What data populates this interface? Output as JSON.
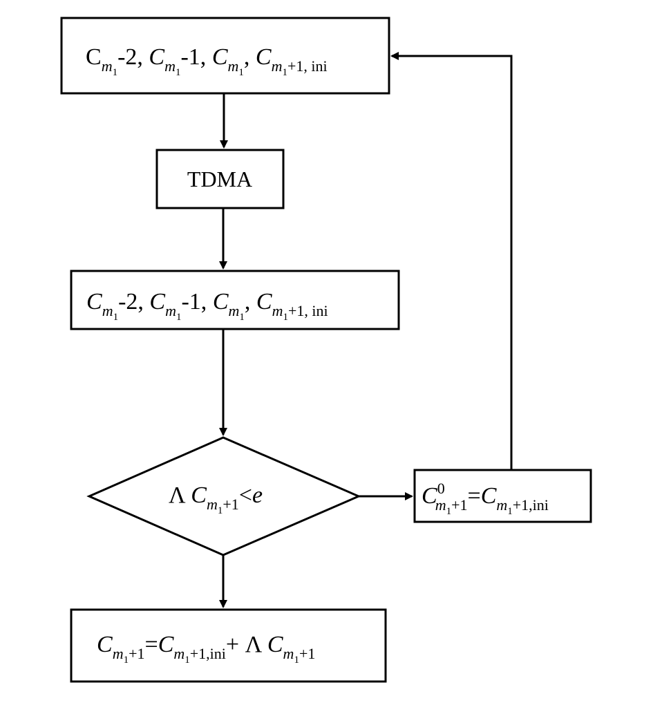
{
  "diagram": {
    "nodes": {
      "init_box": {
        "parts": [
          {
            "t": "C",
            "s": "upright"
          },
          {
            "t": "m",
            "s": "sub-ital"
          },
          {
            "t": "1",
            "s": "subsub"
          },
          {
            "t": "-2, ",
            "s": "upright"
          },
          {
            "t": "C",
            "s": "ital"
          },
          {
            "t": "m",
            "s": "sub-ital"
          },
          {
            "t": "1",
            "s": "subsub"
          },
          {
            "t": "-1, ",
            "s": "upright"
          },
          {
            "t": "C",
            "s": "ital"
          },
          {
            "t": "m",
            "s": "sub-ital"
          },
          {
            "t": "1",
            "s": "subsub"
          },
          {
            "t": ", ",
            "s": "upright"
          },
          {
            "t": "C",
            "s": "ital"
          },
          {
            "t": "m",
            "s": "sub-ital"
          },
          {
            "t": "1",
            "s": "subsub"
          },
          {
            "t": "+1, ini",
            "s": "sub"
          }
        ]
      },
      "tdma_box": {
        "label": "TDMA"
      },
      "result_box": {
        "parts": [
          {
            "t": "C",
            "s": "ital"
          },
          {
            "t": "m",
            "s": "sub-ital"
          },
          {
            "t": "1",
            "s": "subsub"
          },
          {
            "t": "-2,   ",
            "s": "upright"
          },
          {
            "t": "C",
            "s": "ital"
          },
          {
            "t": "m",
            "s": "sub-ital"
          },
          {
            "t": "1",
            "s": "subsub"
          },
          {
            "t": "-1, ",
            "s": "upright"
          },
          {
            "t": "C",
            "s": "ital"
          },
          {
            "t": "m",
            "s": "sub-ital"
          },
          {
            "t": "1",
            "s": "subsub"
          },
          {
            "t": ", ",
            "s": "upright"
          },
          {
            "t": "C",
            "s": "ital"
          },
          {
            "t": "m",
            "s": "sub-ital"
          },
          {
            "t": "1",
            "s": "subsub"
          },
          {
            "t": "+1, ini",
            "s": "sub"
          }
        ]
      },
      "decision": {
        "parts": [
          {
            "t": "Λ ",
            "s": "upright"
          },
          {
            "t": "C",
            "s": "ital"
          },
          {
            "t": "m",
            "s": "sub-ital"
          },
          {
            "t": "1",
            "s": "subsub"
          },
          {
            "t": "+1",
            "s": "sub"
          },
          {
            "t": "<",
            "s": "upright"
          },
          {
            "t": "e",
            "s": "ital"
          }
        ]
      },
      "update_box": {
        "parts": [
          {
            "t": "C",
            "s": "ital"
          },
          {
            "t": "0",
            "s": "sup"
          },
          {
            "t": "m",
            "s": "sub-ital"
          },
          {
            "t": "1",
            "s": "subsub"
          },
          {
            "t": "+1",
            "s": "sub"
          },
          {
            "t": "=",
            "s": "upright"
          },
          {
            "t": "C",
            "s": "ital"
          },
          {
            "t": "m",
            "s": "sub-ital"
          },
          {
            "t": "1",
            "s": "subsub"
          },
          {
            "t": "+1,ini",
            "s": "sub"
          }
        ]
      },
      "final_box": {
        "parts": [
          {
            "t": "C",
            "s": "ital"
          },
          {
            "t": "m",
            "s": "sub-ital"
          },
          {
            "t": "1",
            "s": "subsub"
          },
          {
            "t": "+1",
            "s": "sub"
          },
          {
            "t": "=",
            "s": "upright"
          },
          {
            "t": "C",
            "s": "ital"
          },
          {
            "t": "m",
            "s": "sub-ital"
          },
          {
            "t": "1",
            "s": "subsub"
          },
          {
            "t": "+1,ini",
            "s": "sub"
          },
          {
            "t": "+ Λ ",
            "s": "upright"
          },
          {
            "t": "C",
            "s": "ital"
          },
          {
            "t": "m",
            "s": "sub-ital"
          },
          {
            "t": "1",
            "s": "subsub"
          },
          {
            "t": "+1",
            "s": "sub"
          }
        ]
      }
    }
  }
}
